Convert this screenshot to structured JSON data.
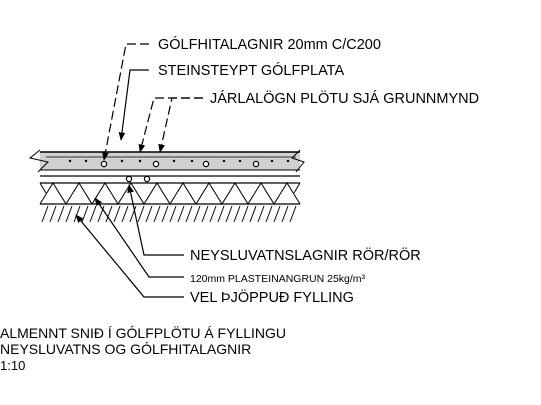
{
  "labels": {
    "floor_heating_pipes": "GÓLFHITALAGNIR 20mm C/C200",
    "concrete_slab": "STEINSTEYPT GÓLFPLATA",
    "rebar": "JÁRLALÖGN PLÖTU SJÁ GRUNNMYND",
    "water_pipes": "NEYSLUVATNSLAGNIR RÖR/RÖR",
    "insulation": "120mm PLASTEINANGRUN 25kg/m³",
    "fill": "VEL ÞJÖPPUÐ FYLLING"
  },
  "title": {
    "line1": "ALMENNT SNIÐ Í GÓLFPLÖTU Á FYLLINGU",
    "line2": "NEYSLUVATNS OG GÓLFHITALAGNIR",
    "scale": "1:10"
  }
}
